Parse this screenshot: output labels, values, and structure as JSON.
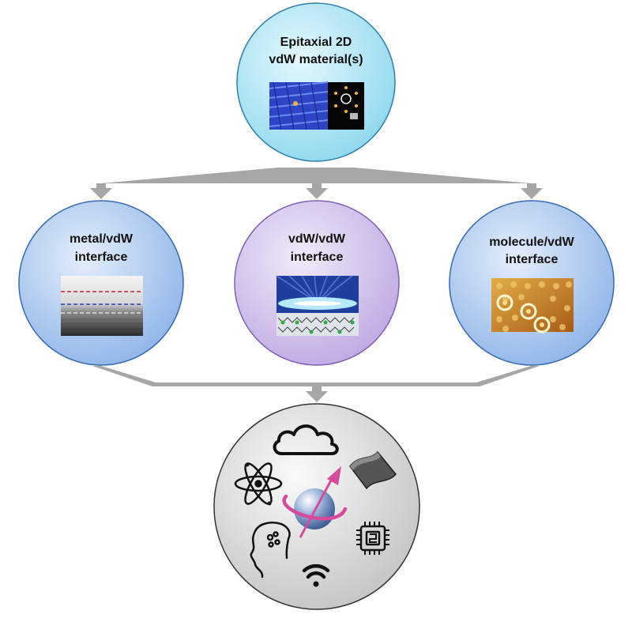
{
  "top_node": {
    "line1": "Epitaxial 2D",
    "line2": "vdW material(s)"
  },
  "middle_nodes": [
    {
      "line1": "metal/vdW",
      "line2": "interface"
    },
    {
      "line1": "vdW/vdW",
      "line2": "interface"
    },
    {
      "line1": "molecule/vdW",
      "line2": "interface"
    }
  ],
  "bottom_node": {
    "icons": [
      "cloud-icon",
      "atom-icon",
      "spin-sphere-icon",
      "flexible-sheet-icon",
      "brain-head-icon",
      "microchip-icon",
      "wifi-icon"
    ]
  },
  "colors": {
    "top_fill": "#aee6f5",
    "metal_fill": "#a9c8f0",
    "vdw_fill": "#d2c2ec",
    "molecule_fill": "#a9c8f0",
    "bottom_fill": "#dcdcdc",
    "arrow": "#a6a6a6"
  }
}
